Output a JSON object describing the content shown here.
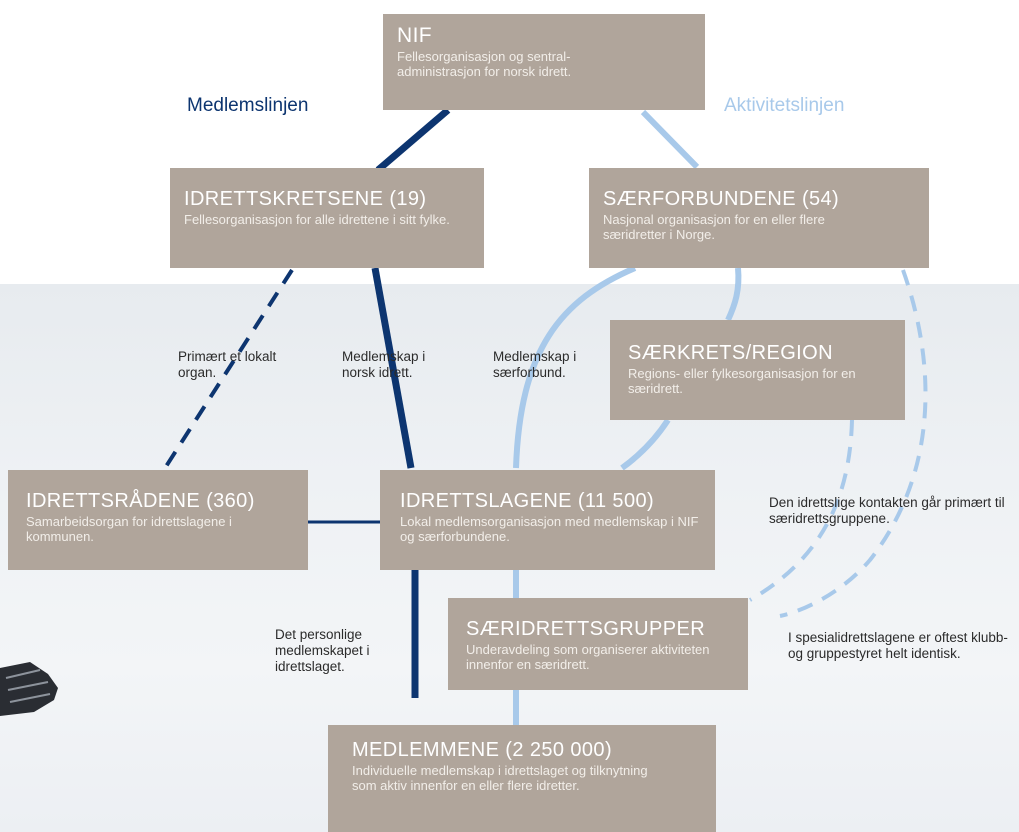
{
  "lines": {
    "left": "Medlemslinjen",
    "right": "Aktivitetslinjen"
  },
  "colors": {
    "box": "#b0a59b",
    "member_line": "#0d3570",
    "activity_line": "#a8c9ea"
  },
  "boxes": {
    "nif": {
      "title": "NIF",
      "desc": "Fellesorganisasjon og sentral-administrasjon for norsk idrett."
    },
    "kretsene": {
      "title": "IDRETTSKRETSENE (19)",
      "desc": "Fellesorganisasjon for alle idrettene i sitt fylke."
    },
    "forbundene": {
      "title": "SÆRFORBUNDENE (54)",
      "desc": "Nasjonal organisasjon for en eller flere særidretter i Norge."
    },
    "region": {
      "title": "SÆRKRETS/REGION",
      "desc": "Regions- eller fylkesorganisasjon for en særidrett."
    },
    "radene": {
      "title": "IDRETTSRÅDENE (360)",
      "desc": "Samarbeidsorgan for idrettslagene i kommunen."
    },
    "lagene": {
      "title": "IDRETTSLAGENE (11 500)",
      "desc": "Lokal medlemsorganisasjon med medlemskap i NIF og særforbundene."
    },
    "grupper": {
      "title": "SÆRIDRETTSGRUPPER",
      "desc": "Underavdeling som organiserer aktiviteten innenfor en særidrett."
    },
    "medlemmene": {
      "title": "MEDLEMMENE (2 250 000)",
      "desc": "Individuelle medlemskap i idrettslaget og tilknytning som aktiv innenfor en eller flere idretter."
    }
  },
  "labels": {
    "primaert": "Primært et lokalt organ.",
    "medlemskap_norsk": "Medlemskap i norsk idrett.",
    "medlemskap_saer": "Medlemskap i særforbund.",
    "kontakt": "Den idrettslige kontakten går primært til særidrettsgruppene.",
    "personlige": "Det personlige medlemskapet i idrettslaget.",
    "spesial": "I spesialidrettslagene er oftest klubb- og gruppestyret helt identisk."
  }
}
